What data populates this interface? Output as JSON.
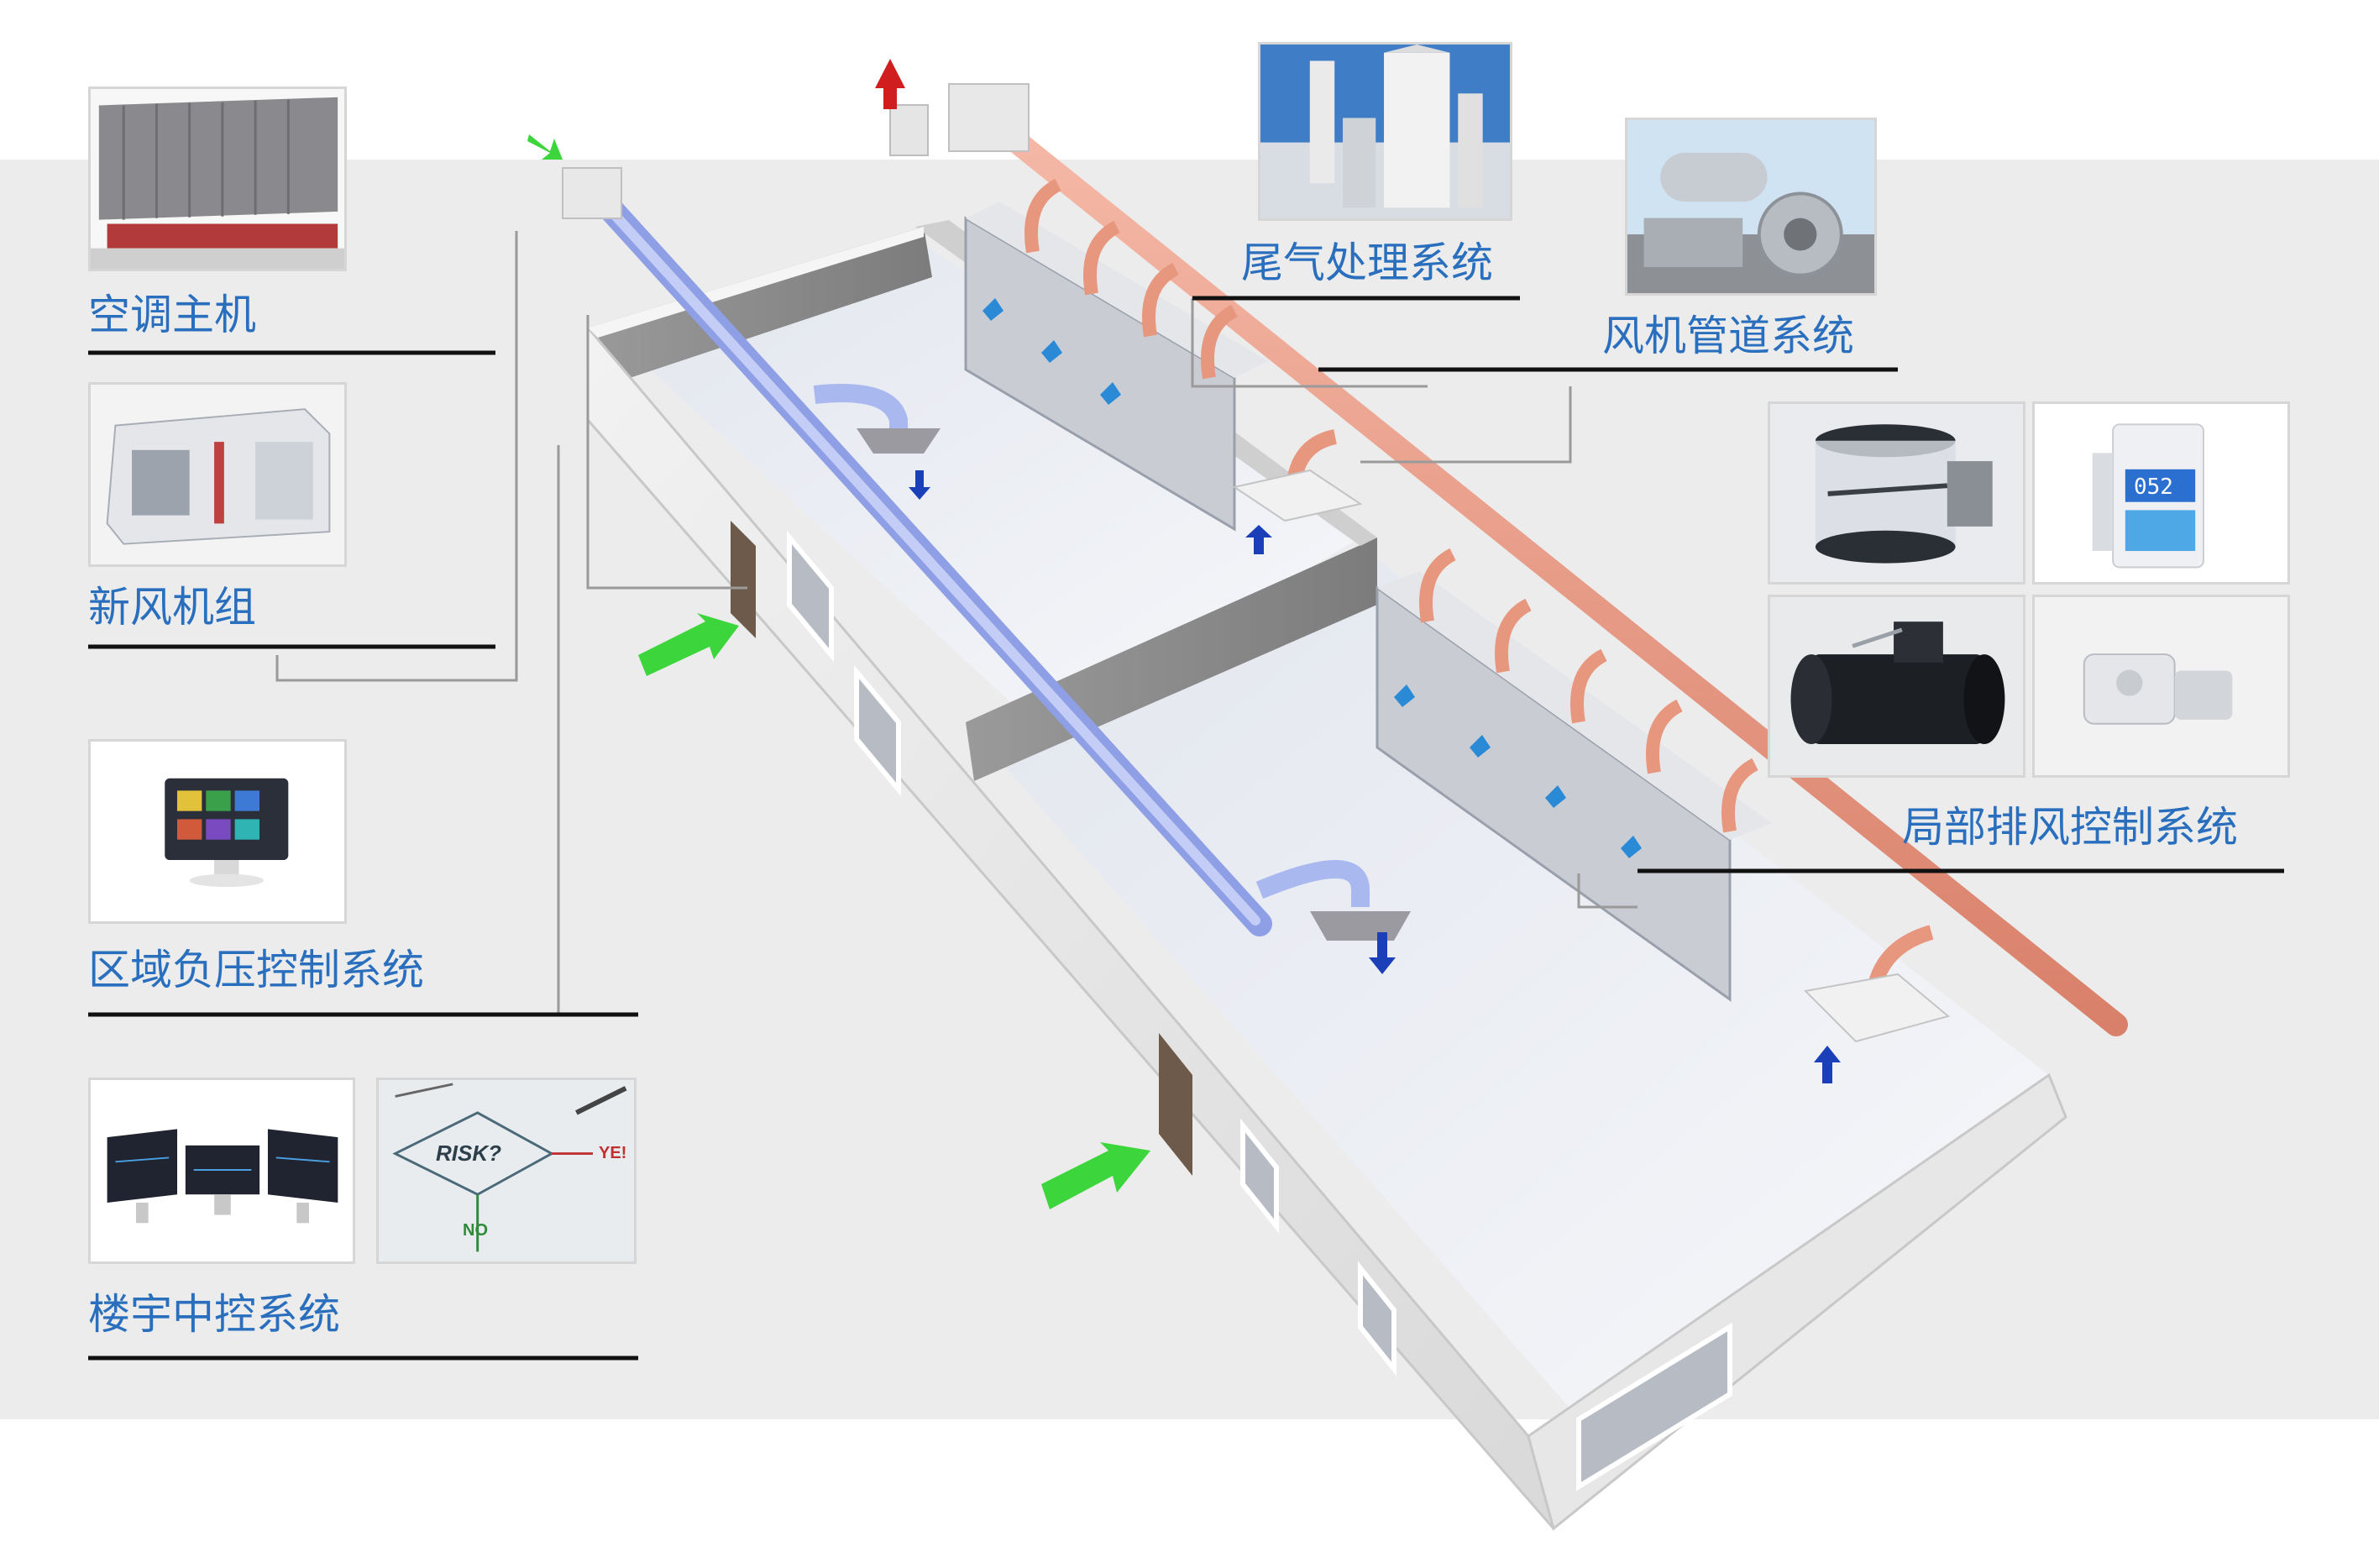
{
  "labels": {
    "ac_host": "空调主机",
    "fresh_air_unit": "新风机组",
    "zone_pressure": "区域负压控制系统",
    "building_control": "楼宇中控系统",
    "exhaust_treatment": "尾气处理系统",
    "fan_duct": "风机管道系统",
    "local_exhaust": "局部排风控制系统"
  },
  "flowchart": {
    "risk": "RISK?",
    "yes": "YE!",
    "no": "NO"
  },
  "controller_display": "052",
  "colors": {
    "label_blue": "#2a6fbe",
    "duct_pink": "#e8977f",
    "duct_blue": "#a9b9f0",
    "arrow_green": "#3cd63c",
    "arrow_red": "#d01e1e",
    "arrow_blue": "#1a3fb8",
    "background_band": "#ececec"
  }
}
